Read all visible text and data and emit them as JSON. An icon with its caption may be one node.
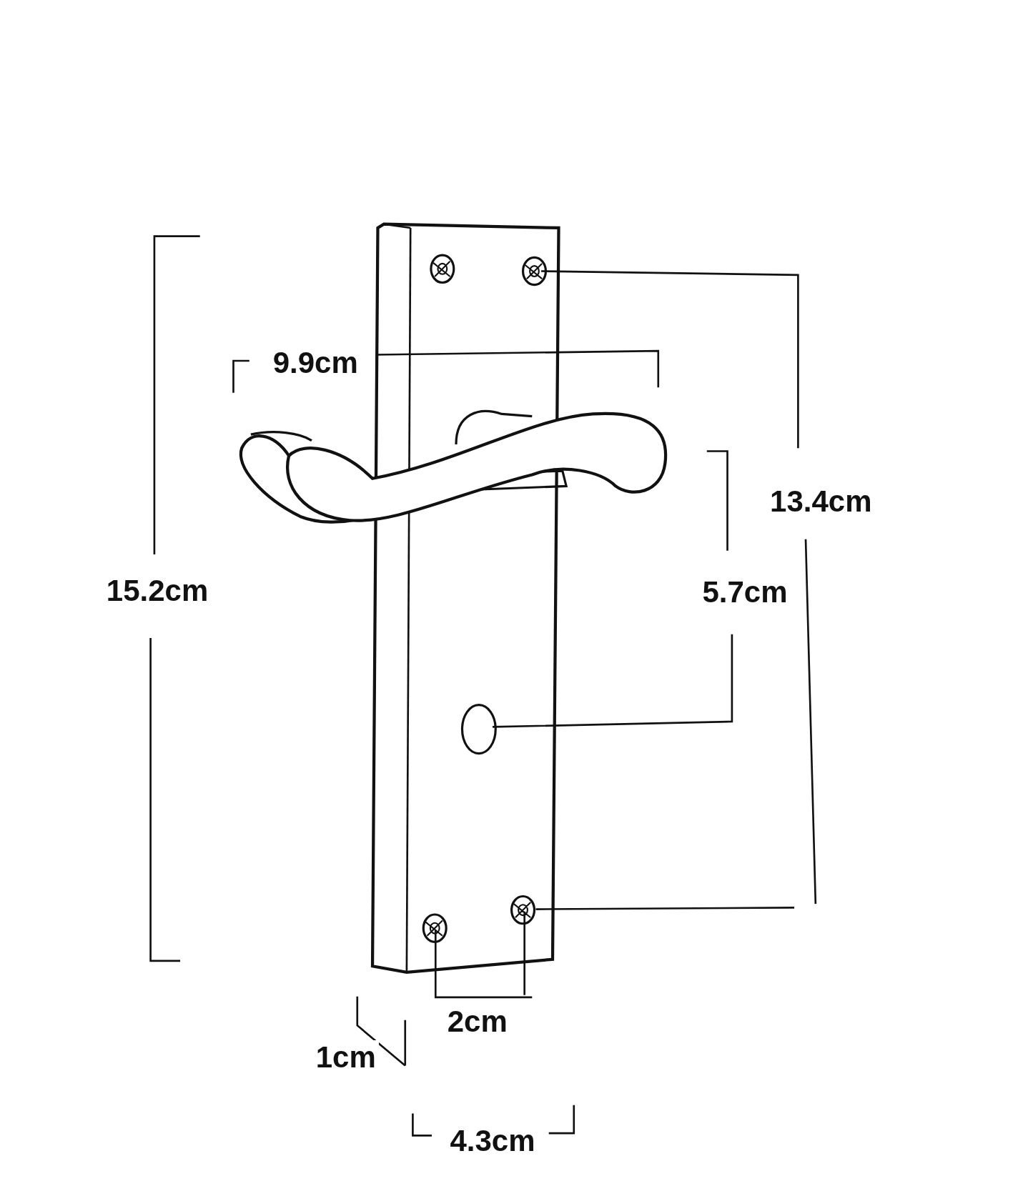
{
  "diagram": {
    "labels": [
      "9.9cm",
      "13.4cm",
      "15.2cm",
      "5.7cm",
      "2cm",
      "1cm",
      "4.3cm"
    ]
  }
}
